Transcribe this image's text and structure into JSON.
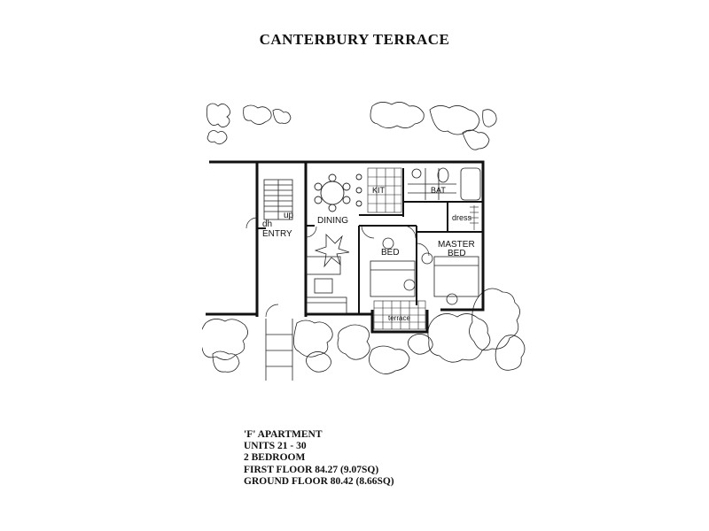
{
  "title": "CANTERBURY TERRACE",
  "plan": {
    "labels": {
      "dining": "DINING",
      "entry": "ENTRY",
      "dh": "dh",
      "up": "up",
      "kit": "KIT",
      "bat": "BAT",
      "dress": "dress",
      "bed": "BED",
      "master_bed_line1": "MASTER",
      "master_bed_line2": "BED",
      "terrace": "terrace"
    }
  },
  "specs": {
    "apartment": "'F' APARTMENT",
    "units": "UNITS 21 - 30",
    "bedrooms": "2 BEDROOM",
    "first_floor": "FIRST FLOOR 84.27 (9.07SQ)",
    "ground_floor": "GROUND FLOOR 80.42 (8.66SQ)"
  }
}
